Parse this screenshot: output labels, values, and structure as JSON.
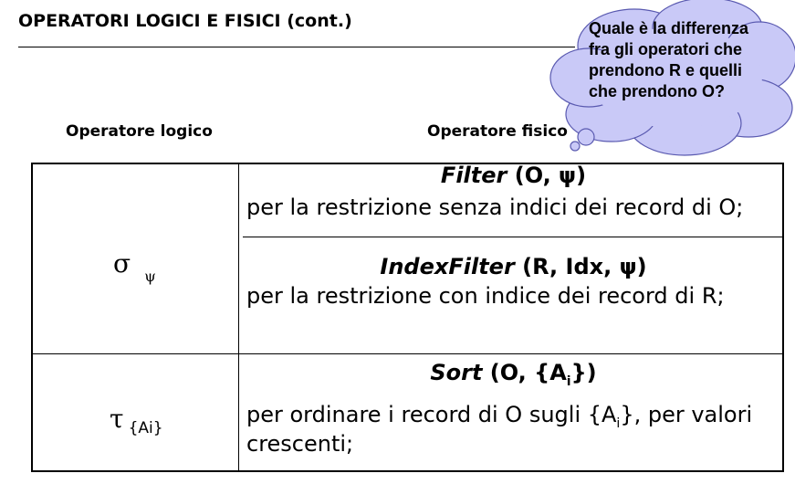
{
  "slide": {
    "title": "OPERATORI LOGICI E FISICI (cont.)"
  },
  "columns": {
    "logical": "Operatore logico",
    "physical": "Operatore fisico"
  },
  "callout": {
    "text": "Quale è la differenza fra gli operatori che prendono R e quelli che prendono  O?"
  },
  "rows": [
    {
      "logical_symbol": "σ",
      "logical_subscript": "ψ",
      "operators": [
        {
          "name": "Filter",
          "args": "(O, ψ)",
          "description": "per la restrizione senza indici dei record di O;"
        },
        {
          "name": "IndexFilter",
          "args": "(R, Idx, ψ)",
          "description": "per la restrizione con indice dei record di R;"
        }
      ]
    },
    {
      "logical_symbol": "τ",
      "logical_subscript": "{Ai}",
      "operators": [
        {
          "name": "Sort",
          "args_prefix": "(O, {A",
          "args_sub": "i",
          "args_suffix": "})",
          "desc_prefix": "per ordinare i record di O sugli {A",
          "desc_sub": "i",
          "desc_suffix": "}, per valori",
          "desc_line2": "crescenti;"
        }
      ]
    }
  ]
}
